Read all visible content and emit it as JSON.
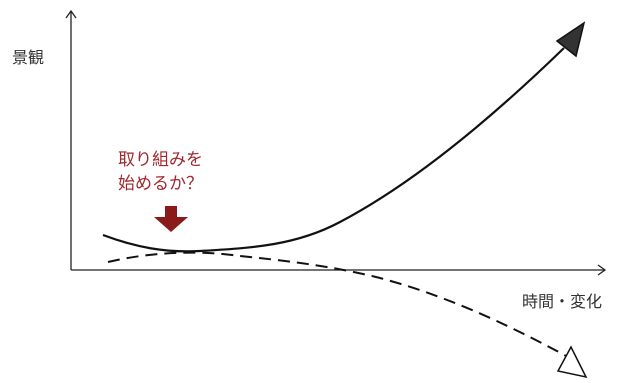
{
  "y_axis_label": "景観",
  "x_axis_label": "時間・変化",
  "callout": {
    "line1": "取り組みを",
    "line2": "始めるか？"
  },
  "colors": {
    "axis": "#222222",
    "curve": "#111111",
    "callout_text": "#a0282e",
    "arrow_down": "#8b1a1a",
    "up_head_fill": "#333333",
    "down_head_fill": "#ffffff",
    "label_text": "#333333"
  }
}
